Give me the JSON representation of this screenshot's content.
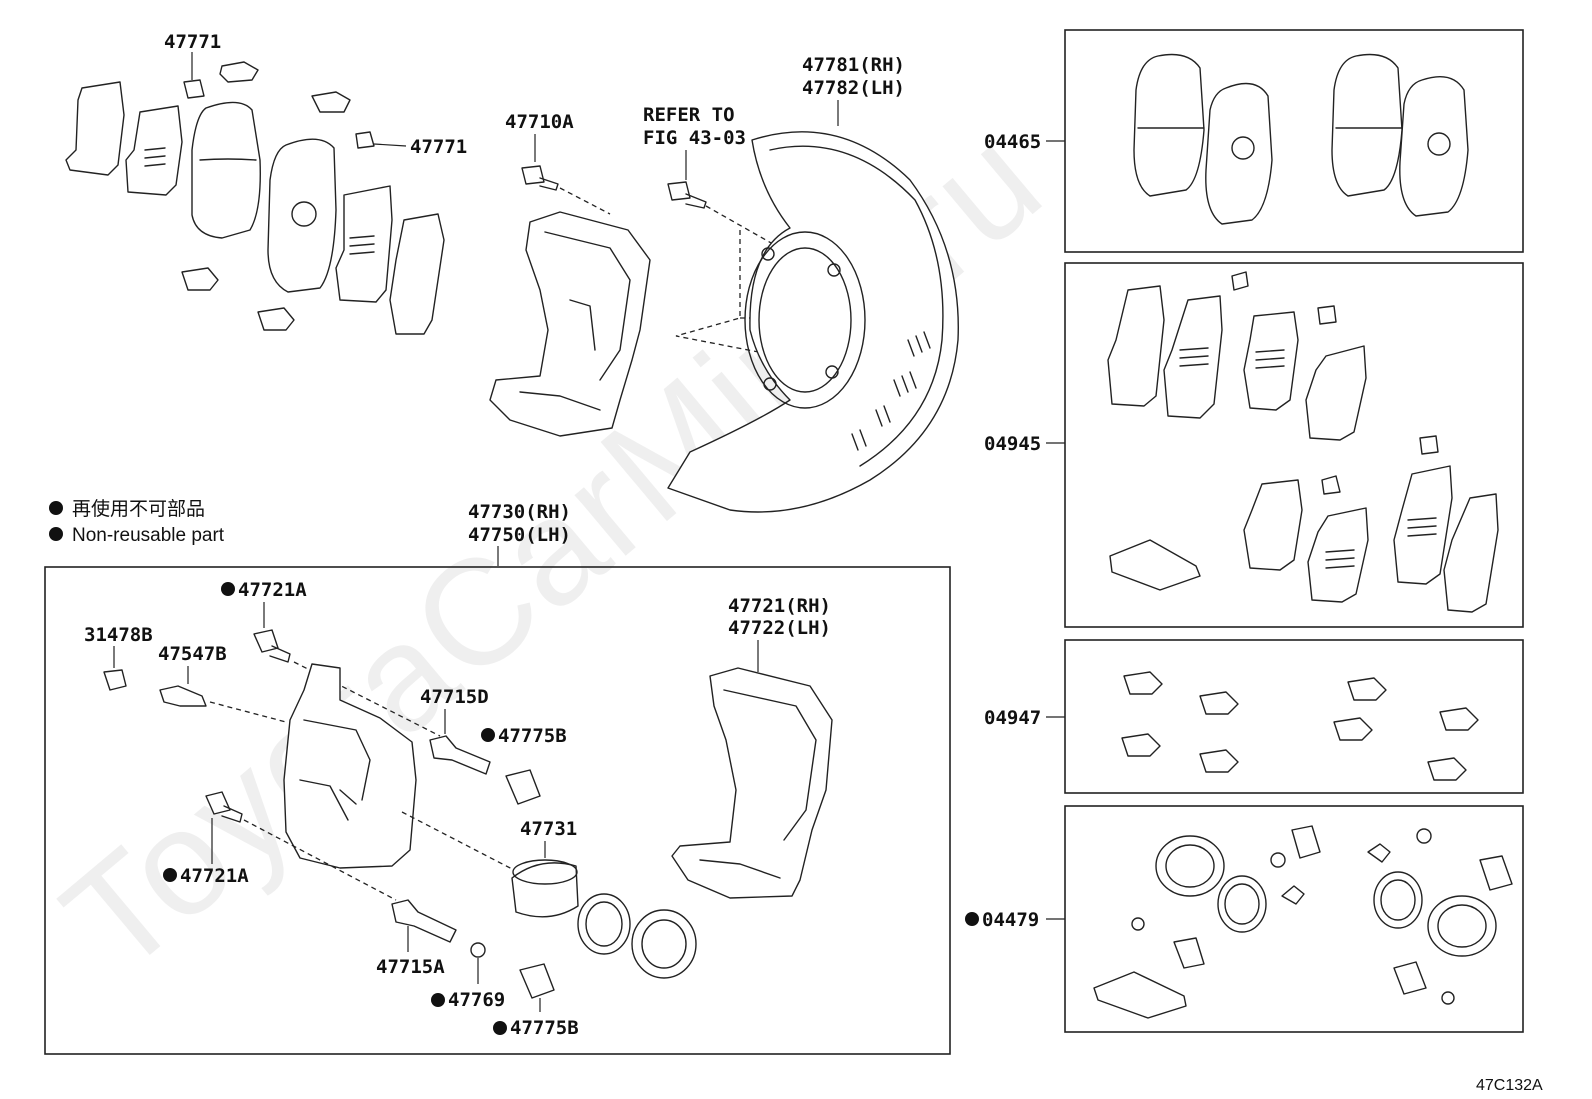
{
  "diagram_code": "47C132A",
  "watermark": "ToyotaCarMine.ru",
  "legend": {
    "bullet_jp": "再使用不可部品",
    "bullet_en": "Non-reusable part"
  },
  "labels": {
    "pad_clip_top": "47771",
    "pad_clip_right": "47771",
    "bolt_47710a": "47710A",
    "refer_line1": "REFER TO",
    "refer_line2": "FIG 43-03",
    "dust_cover_rh": "47781(RH)",
    "dust_cover_lh": "47782(LH)",
    "caliper_assy_rh": "47730(RH)",
    "caliper_assy_lh": "47750(LH)",
    "bolt_47721a_top": "47721A",
    "cap_31478b": "31478B",
    "bleeder_47547b": "47547B",
    "pin_47715d": "47715D",
    "boot_47775b_top": "47775B",
    "piston_47731": "47731",
    "bolt_47721a_bottom": "47721A",
    "pin_47715a": "47715A",
    "ring_47769": "47769",
    "boot_47775b_bottom": "47775B",
    "mounting_rh": "47721(RH)",
    "mounting_lh": "47722(LH)",
    "kit_04465": "04465",
    "kit_04945": "04945",
    "kit_04947": "04947",
    "kit_04479": "04479"
  }
}
